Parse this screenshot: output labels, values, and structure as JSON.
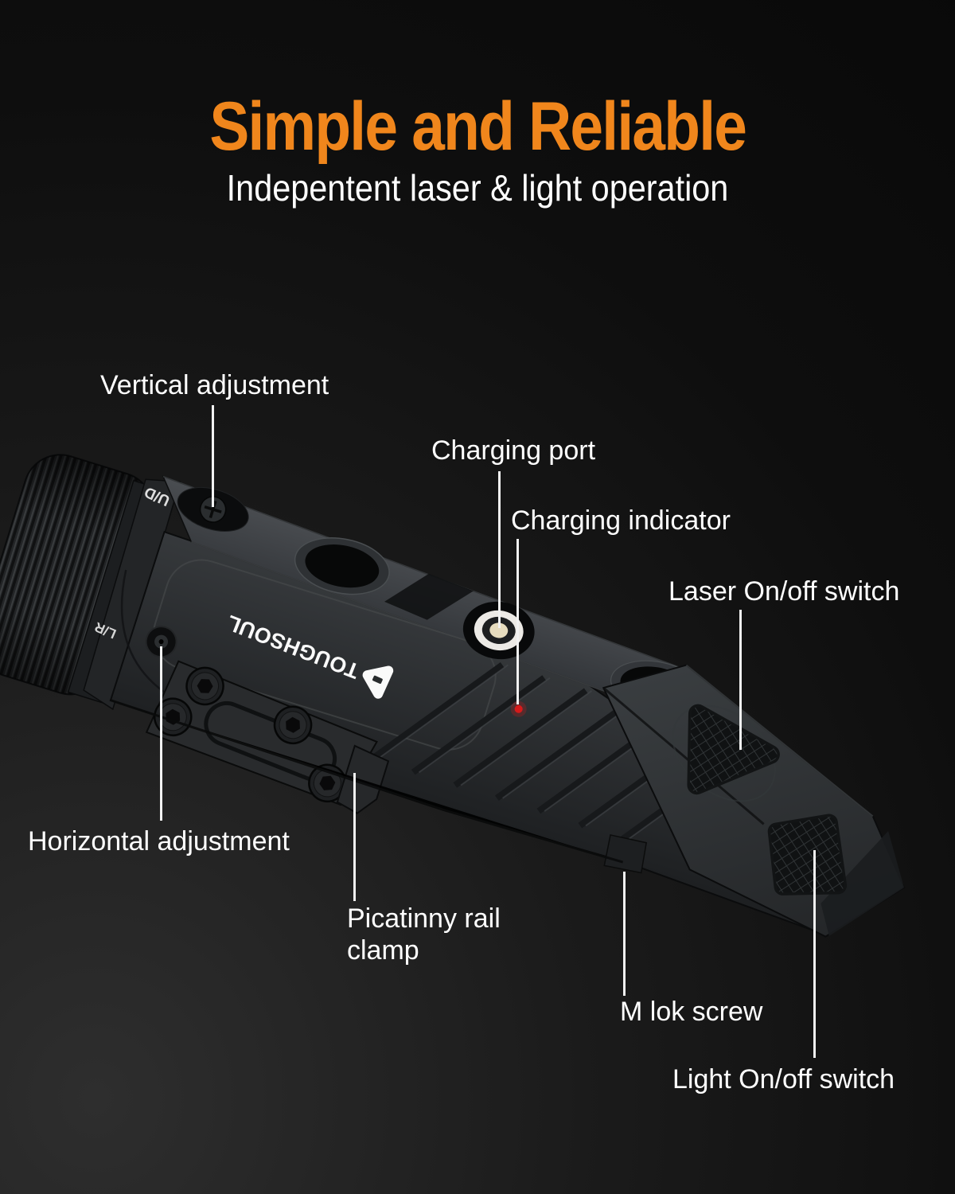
{
  "header": {
    "title": "Simple and Reliable",
    "subtitle": "Indepentent laser & light operation"
  },
  "product": {
    "brand": "TOUGHSOUL",
    "top_marking": "U/D",
    "side_marking": "L/R"
  },
  "callouts": {
    "vertical_adjustment": {
      "label": "Vertical adjustment"
    },
    "charging_port": {
      "label": "Charging port"
    },
    "charging_indicator": {
      "label": "Charging indicator"
    },
    "laser_switch": {
      "label": "Laser On/off switch"
    },
    "horizontal_adjustment": {
      "label": "Horizontal adjustment"
    },
    "picatinny_clamp": {
      "label": "Picatinny rail clamp"
    },
    "mlok_screw": {
      "label": "M lok screw"
    },
    "light_switch": {
      "label": "Light On/off switch"
    }
  },
  "colors": {
    "accent_orange": "#F0861C",
    "text_white": "#FFFFFF",
    "indicator_red": "#D61A1A"
  }
}
